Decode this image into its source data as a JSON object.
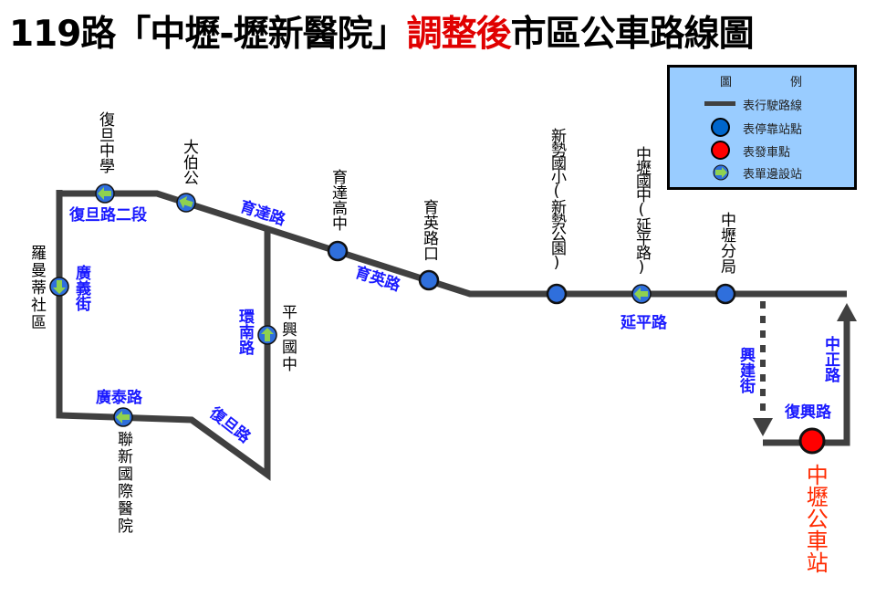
{
  "title": {
    "part1": "119路「中壢-壢新醫院」",
    "part2": "調整後",
    "part3": "市區公車路線圖"
  },
  "legend": {
    "heading_left": "圖",
    "heading_right": "例",
    "items": [
      {
        "icon": "route-line",
        "label": "表行駛路線"
      },
      {
        "icon": "stop-circle-blue",
        "label": "表停靠站點"
      },
      {
        "icon": "departure-circle-red",
        "label": "表發車點"
      },
      {
        "icon": "one-side-stop-arrow",
        "label": "表單邊設站"
      }
    ]
  },
  "stops": {
    "fudan_hs": "復旦中學",
    "dabogong": "大伯公",
    "yuda_hs": "育達高中",
    "yuying_rd": "育英路口",
    "xinshi": "新勢國小(新勢公園)",
    "zhongli_jhs": "中壢國中(延平路)",
    "zhongli_police": "中壢分局",
    "luomandi": "羅曼蒂社區",
    "pingxing_jhs": "平興國中",
    "landseed_hospital": "聯新國際醫院",
    "terminal": "中壢公車站"
  },
  "roads": {
    "fudan_rd2": "復旦路二段",
    "yuda_rd": "育達路",
    "yuying_rd": "育英路",
    "guangyi_st": "廣義街",
    "huannan_rd": "環南路",
    "guangtai_rd": "廣泰路",
    "fudan_rd": "復旦路",
    "yanping_rd": "延平路",
    "xingjian_st": "興建街",
    "zhongzheng_rd": "中正路",
    "fuxing_rd": "復興路"
  },
  "colors": {
    "route": "#404040",
    "stop": "#2f6fdc",
    "terminal": "#ff0000",
    "road_label": "#1a1aff",
    "accent": "#e00000",
    "arrow": "#8fd14f",
    "legend_bg": "#99ccff"
  }
}
